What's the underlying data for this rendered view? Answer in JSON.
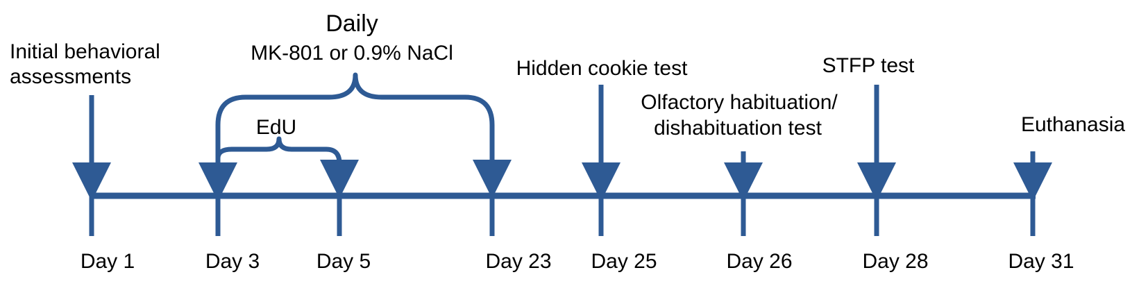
{
  "colors": {
    "line": "#2e5a94",
    "text": "#000000",
    "background": "#ffffff"
  },
  "days": [
    "Day 1",
    "Day 3",
    "Day 5",
    "Day 23",
    "Day 25",
    "Day 26",
    "Day 28",
    "Day 31"
  ],
  "events": {
    "initial": {
      "line1": "Initial behavioral",
      "line2": "assessments"
    },
    "daily": {
      "line1": "Daily",
      "line2": "MK-801 or 0.9% NaCl"
    },
    "edu": "EdU",
    "hidden_cookie": "Hidden cookie test",
    "olfactory": {
      "line1": "Olfactory habituation/",
      "line2": "dishabituation test"
    },
    "stfp": "STFP test",
    "euthanasia": "Euthanasia"
  }
}
